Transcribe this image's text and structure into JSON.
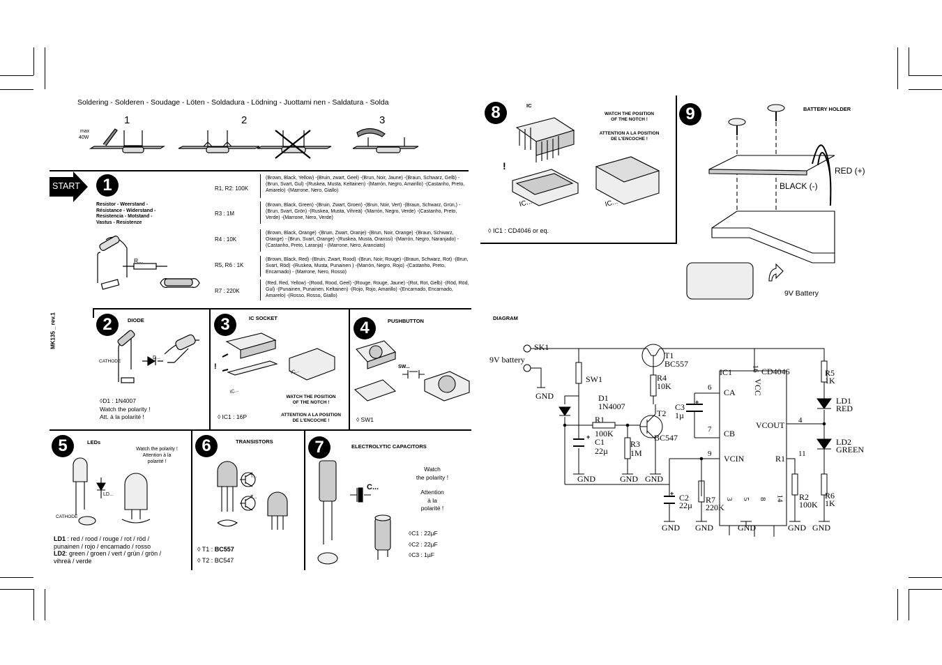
{
  "soldering_title": "Soldering - Solderen - Soudage - Löten - Soldadura - Lödning - Juottami nen - Saldatura - Solda",
  "solder_max": "max",
  "solder_watt": "40W",
  "solder_steps": [
    "1",
    "2",
    "3"
  ],
  "start_label": "START",
  "doc_code": "MK135 _ rev.1",
  "step1": {
    "number": "1",
    "resistor_title": [
      "Resistor - Weerstand -",
      "Résistance - Widerstand -",
      "Resistencia - Motstand -",
      "Vastus - Resistenze"
    ],
    "r_label": "R...",
    "rows": [
      {
        "name": "R1, R2: 100K",
        "code": "(Brown, Black, Yellow) -(Bruin, zwart, Geel) -(Brun, Noir, Jaune) -(Braun, Schwarz, Gelb) -(Brun, Svart, Gul) -(Ruskea, Musta, Keltainen) -(Marrón, Negro, Amarillo) -(Castanho, Preto, Amarelo) -(Marrone, Nero, Giallo)"
      },
      {
        "name": "R3 : 1M",
        "code": "(Brown, Black, Green) -(Bruin, Zwart, Groen) -(Brun, Noir, Vert) -(Braun, Schwarz, Grün,) -(Brun, Svart, Grön) -(Ruskea, Musta, Vihreä) -(Marrón, Negro, Verde) -(Castanho, Preto, Verde) -(Marrone, Nero, Verde)"
      },
      {
        "name": "R4 : 10K",
        "code": "(Brown, Black, Orange) -(Bruin, Zwart, Oranje) -(Brun, Noir, Orange) -(Braun, Schwarz, Orange) - (Brun, Svart, Orange) -(Ruskea, Musta, Oranssi) -(Marrón, Negro, Naranjado) -(Castanho, Preto, Laranja) - (Marrone, Nero, Aranciato)"
      },
      {
        "name": "R5, R6 : 1K",
        "code": "(Brown, Black, Red) -(Bruin, Zwart, Rood) -(Brun, Noir, Rouge) -(Braun, Schwarz, Rot) -(Brun, Svart, Röd) -(Ruskea, Musta, Punainen ) -(Marrón, Negro, Rojo) -(Castanho, Preto, Encarnado) - (Marrone, Nero, Rosso)"
      },
      {
        "name": "R7 : 220K",
        "code": "(Red, Red, Yellow) -(Rood, Rood, Geel) -(Rouge, Rouge, Jaune) -(Rot, Rot, Gelb) -(Röd, Röd, Gul) -(Punainen, Punainen, Keltainen) -(Rojo, Rojo, Amarillo) -(Encarnado, Encarnado, Amarelo) -(Rosso, Rosso, Giallo)"
      }
    ]
  },
  "step2": {
    "number": "2",
    "title": "DIODE",
    "cathode": "CATHODE",
    "d_label": "D...",
    "lines": [
      "◊D1 : 1N4007",
      "Watch the polarity !",
      "Att. à la polarité !"
    ]
  },
  "step3": {
    "number": "3",
    "title": "IC SOCKET",
    "ic_label": "IC...",
    "notch1": [
      "WATCH THE POSITION",
      "OF THE NOTCH !"
    ],
    "notch2": [
      "ATTENTION A LA POSITION",
      "DE L'ENCOCHE !"
    ],
    "part": "◊ IC1 : 16P"
  },
  "step4": {
    "number": "4",
    "title": "PUSHBUTTON",
    "sw_label": "SW...",
    "part": "◊  SW1"
  },
  "step5": {
    "number": "5",
    "title": "LEDs",
    "watch": [
      "Watch the polarity !",
      "Attention à la",
      "polarité !"
    ],
    "cathode": "CATHODE",
    "ld_label": "LD...",
    "ld1_label": "LD1",
    "ld1_text": " : red / rood / rouge / rot / röd /",
    "ld1_text2": "punainen / rojo / encarnado / rosso",
    "ld2_label": "LD2",
    "ld2_text": ": green / groen / vert / grün / grön /",
    "ld2_text2": "vihreä / verde"
  },
  "step6": {
    "number": "6",
    "title": "TRANSISTORS",
    "t_label": "T...",
    "t1_prefix": "◊ T1 : ",
    "t1_part": "BC557",
    "t2": "◊ T2 : BC547"
  },
  "step7": {
    "number": "7",
    "title": "ELECTROLYTIC CAPACITORS",
    "c_label": "C...",
    "watch": [
      "Watch",
      "the polarity !"
    ],
    "attention": [
      "Attention",
      "à la",
      "polarité !"
    ],
    "parts": [
      "◊C1 : 22µF",
      "◊C2 : 22µF",
      "◊C3 : 1µF"
    ]
  },
  "step8": {
    "number": "8",
    "title": "IC",
    "notch1": [
      "WATCH THE POSITION",
      "OF THE NOTCH !"
    ],
    "notch2": [
      "ATTENTION A LA POSITION",
      "DE L'ENCOCHE !"
    ],
    "ic_label": "IC...",
    "part": "◊ IC1 : CD4046 or eq."
  },
  "step9": {
    "number": "9",
    "title": "BATTERY HOLDER",
    "red": "RED (+)",
    "black": "BLACK (-)",
    "battery": "9V Battery"
  },
  "diagram": {
    "title": "DIAGRAM",
    "labels": {
      "sk1": "SK1",
      "vbat": "9V battery",
      "gnd": "GND",
      "sw1": "SW1",
      "d1": "D1",
      "d1v": "1N4007",
      "r1": "R1",
      "r1v": "100K",
      "c1": "C1",
      "c1v": "22µ",
      "r3": "R3",
      "r3v": "1M",
      "t1": "T1",
      "t1v": "BC557",
      "r4": "R4",
      "r4v": "10K",
      "t2": "T2",
      "t2v": "BC547",
      "c3": "C3",
      "c3v": "1µ",
      "ic1": "IC1",
      "icv": "CD4046",
      "ca": "CA",
      "cb": "CB",
      "vcc": "VCC",
      "vcout": "VCOUT",
      "vcin": "VCIN",
      "r1pin": "R1",
      "r5": "R5",
      "r5v": "1K",
      "ld1": "LD1",
      "ld1v": "RED",
      "ld2": "LD2",
      "ld2v": "GREEN",
      "r6": "R6",
      "r6v": "1K",
      "r2": "R2",
      "r2v": "100K",
      "r7": "R7",
      "r7v": "220K",
      "c2": "C2",
      "c2v": "22µ",
      "plus": "+"
    },
    "pins": {
      "p16": "16",
      "p6": "6",
      "p7": "7",
      "p4": "4",
      "p9": "9",
      "p11": "11",
      "p3": "3",
      "p5": "5",
      "p8": "8",
      "p14": "14"
    }
  }
}
